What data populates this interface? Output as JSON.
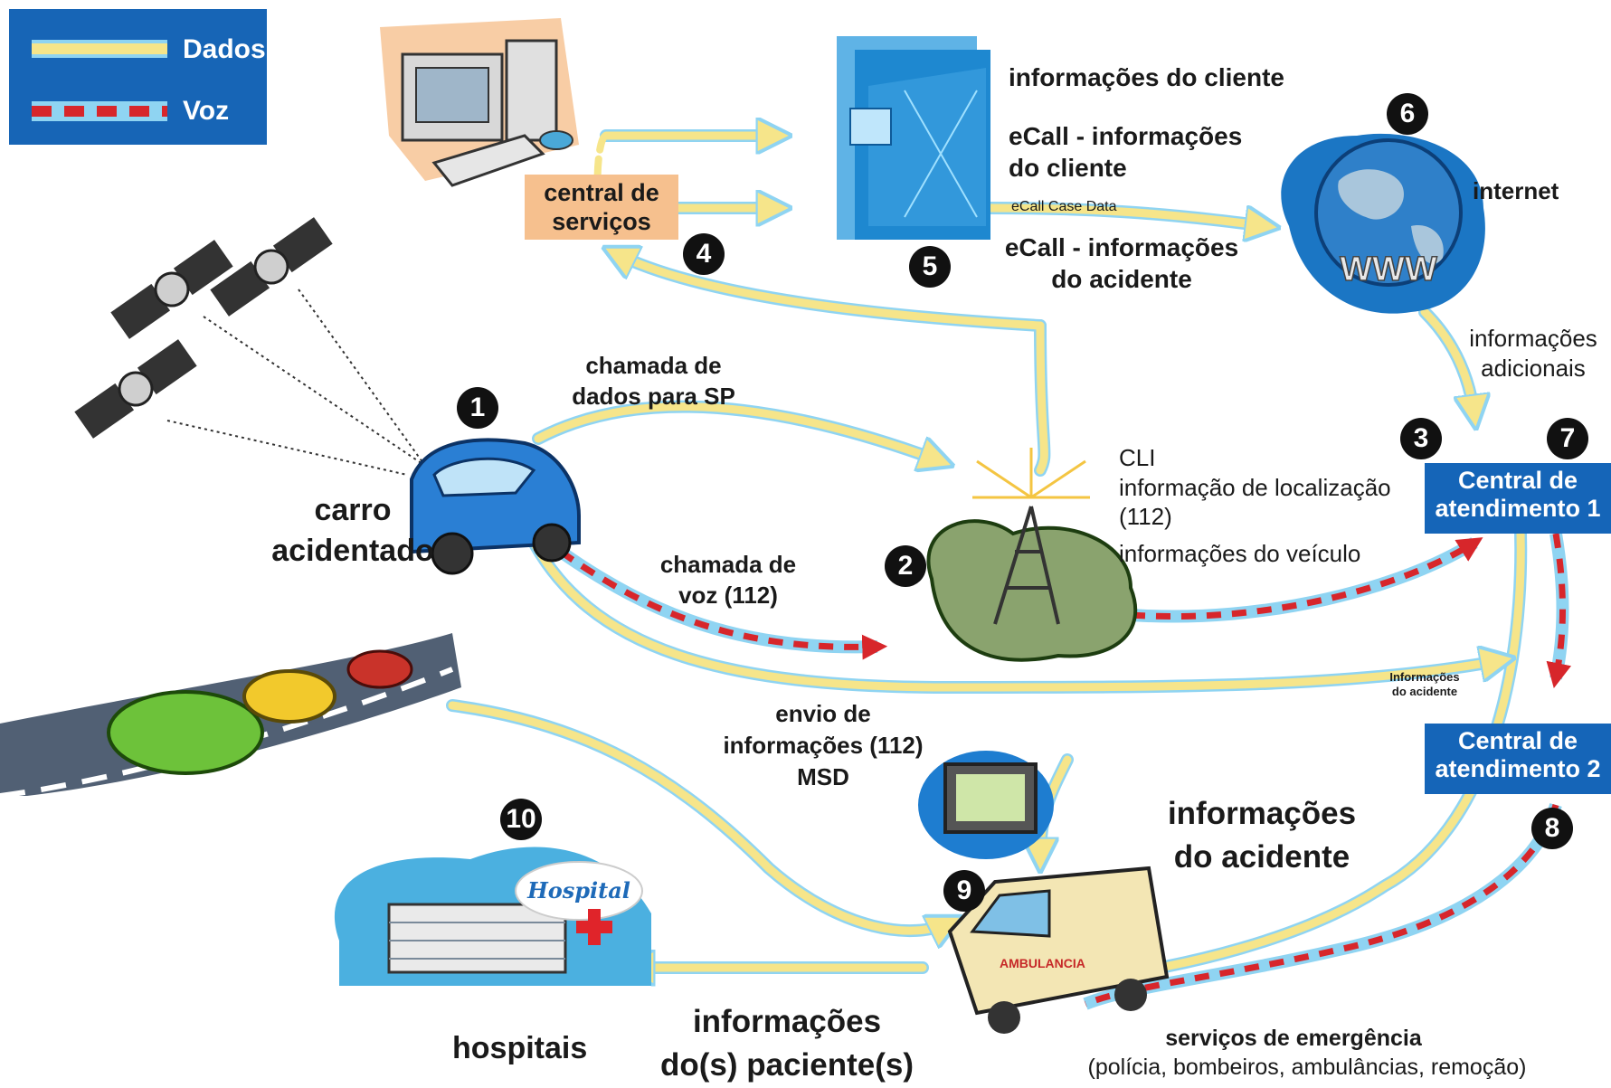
{
  "legend": {
    "data_label": "Dados",
    "voice_label": "Voz",
    "data_color": "#f6e58a",
    "voice_color": "#d7262b"
  },
  "colors": {
    "box_blue": "#1565b8",
    "service_orange": "#f6c08e",
    "data_arrow": "#f6e58a",
    "data_outline": "#8fd4f2",
    "voice_dash": "#d7262b"
  },
  "steps": [
    "1",
    "2",
    "3",
    "4",
    "5",
    "6",
    "7",
    "8",
    "9",
    "10"
  ],
  "labels": {
    "service_center_line1": "central de",
    "service_center_line2": "serviços",
    "client_info": "informações do cliente",
    "ecall_client_line1": "eCall - informações",
    "ecall_client_line2": "do cliente",
    "ecall_case_data": "eCall Case Data",
    "ecall_accident_line1": "eCall - informações",
    "ecall_accident_line2": "do acidente",
    "internet": "internet",
    "additional_info_line1": "informações",
    "additional_info_line2": "adicionais",
    "data_call_line1": "chamada de",
    "data_call_line2": "dados para SP",
    "crashed_car_line1": "carro",
    "crashed_car_line2": "acidentado",
    "cli": "CLI",
    "location_info_line1": "informação de localização",
    "location_info_line2": "(112)",
    "vehicle_info": "informações do veículo",
    "psap1_line1": "Central de",
    "psap1_line2": "atendimento 1",
    "psap2_line1": "Central de",
    "psap2_line2": "atendimento 2",
    "voice_call_line1": "chamada de",
    "voice_call_line2": "voz (112)",
    "send_info_line1": "envio de",
    "send_info_line2": "informações (112)",
    "send_info_line3": "MSD",
    "small_accident_line1": "Informações",
    "small_accident_line2": "do acidente",
    "accident_info_line1": "informações",
    "accident_info_line2": "do acidente",
    "hospital_sign": "Hospital",
    "hospitals": "hospitais",
    "patient_info_line1": "informações",
    "patient_info_line2": "do(s) paciente(s)",
    "emergency_services_line1": "serviços de emergência",
    "emergency_services_line2": "(polícia, bombeiros, ambulâncias, remoção)",
    "ambulance_text": "AMBULANCIA",
    "www": "WWW"
  }
}
